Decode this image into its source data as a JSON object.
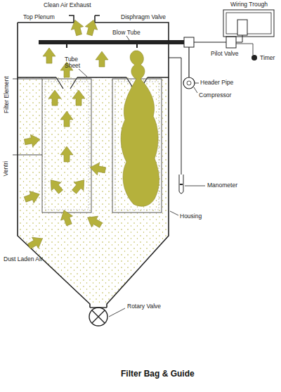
{
  "diagram": {
    "caption": "Filter Bag & Guide",
    "labels": [
      "Clean Air Exhaust",
      "Top Plenum",
      "Disphragm Valve",
      "Wiring Trough",
      "Blow Tube",
      "Tube Sheet",
      "Filter Element",
      "Pilot Valve",
      "Timer",
      "Header Pipe",
      "Compressor",
      "Ventri",
      "Manometer",
      "Housing",
      "Dust Laden Air",
      "Rotary Valve"
    ]
  }
}
